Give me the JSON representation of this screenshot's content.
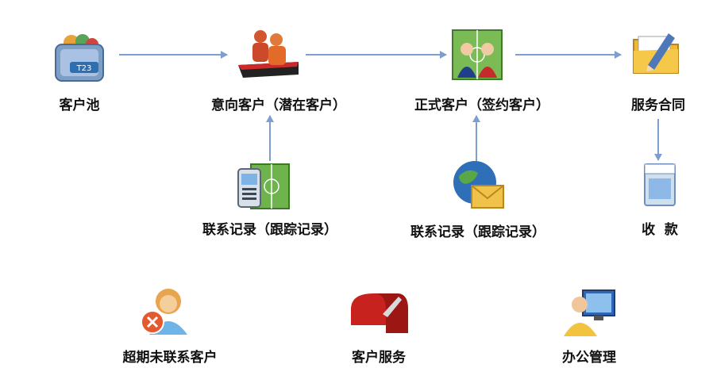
{
  "colors": {
    "arrow": "#7d9fd0",
    "text": "#111111"
  },
  "nodes": {
    "customer_pool": {
      "label": "客户池",
      "icon": "customer-pool-icon"
    },
    "intent_customer": {
      "label": "意向客户（潜在客户）",
      "icon": "intent-customer-icon"
    },
    "formal_customer": {
      "label": "正式客户（签约客户）",
      "icon": "formal-customer-icon"
    },
    "service_contract": {
      "label": "服务合同",
      "icon": "contract-folder-icon"
    },
    "contact_record_1": {
      "label": "联系记录（跟踪记录）",
      "icon": "phone-record-icon"
    },
    "contact_record_2": {
      "label": "联系记录（跟踪记录）",
      "icon": "globe-mail-icon"
    },
    "payment": {
      "label": "收  款",
      "icon": "payment-icon"
    }
  },
  "bottom_items": [
    {
      "label": "超期未联系客户",
      "icon": "overdue-customer-icon"
    },
    {
      "label": "客户服务",
      "icon": "mailbox-service-icon"
    },
    {
      "label": "办公管理",
      "icon": "office-user-icon"
    }
  ]
}
